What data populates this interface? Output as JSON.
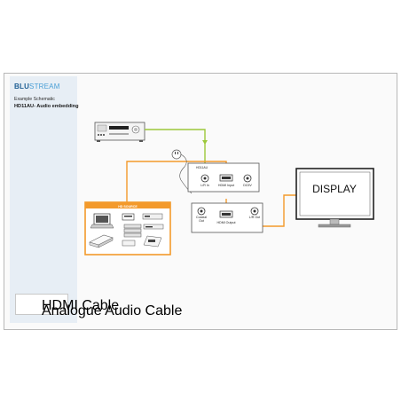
{
  "header": {
    "brand_prefix": "BLU",
    "brand_suffix": "STREAM",
    "subtitle": "Example Schematic",
    "title": "HD11AU- Audio embedding"
  },
  "legend": {
    "hdmi_label": "HDMI Cable",
    "audio_label": "Analogue Audio Cable"
  },
  "extractor": {
    "model": "HD11AU",
    "lr_in": "L/R In",
    "hdmi_input": "HDMI Input",
    "dc_in": "DC5V"
  },
  "embedder": {
    "coaxial_out": "Coaxial Out",
    "hdmi_output": "HDMI Output",
    "lr_out": "L/R Out"
  },
  "source": {
    "title": "HD SOURCE"
  },
  "display": {
    "label": "DISPLAY"
  },
  "colors": {
    "hdmi_cable": "#f39a2b",
    "audio_cable": "#9cc83b",
    "brand": "#1c5d93",
    "brand_accent": "#4a9fd6"
  }
}
